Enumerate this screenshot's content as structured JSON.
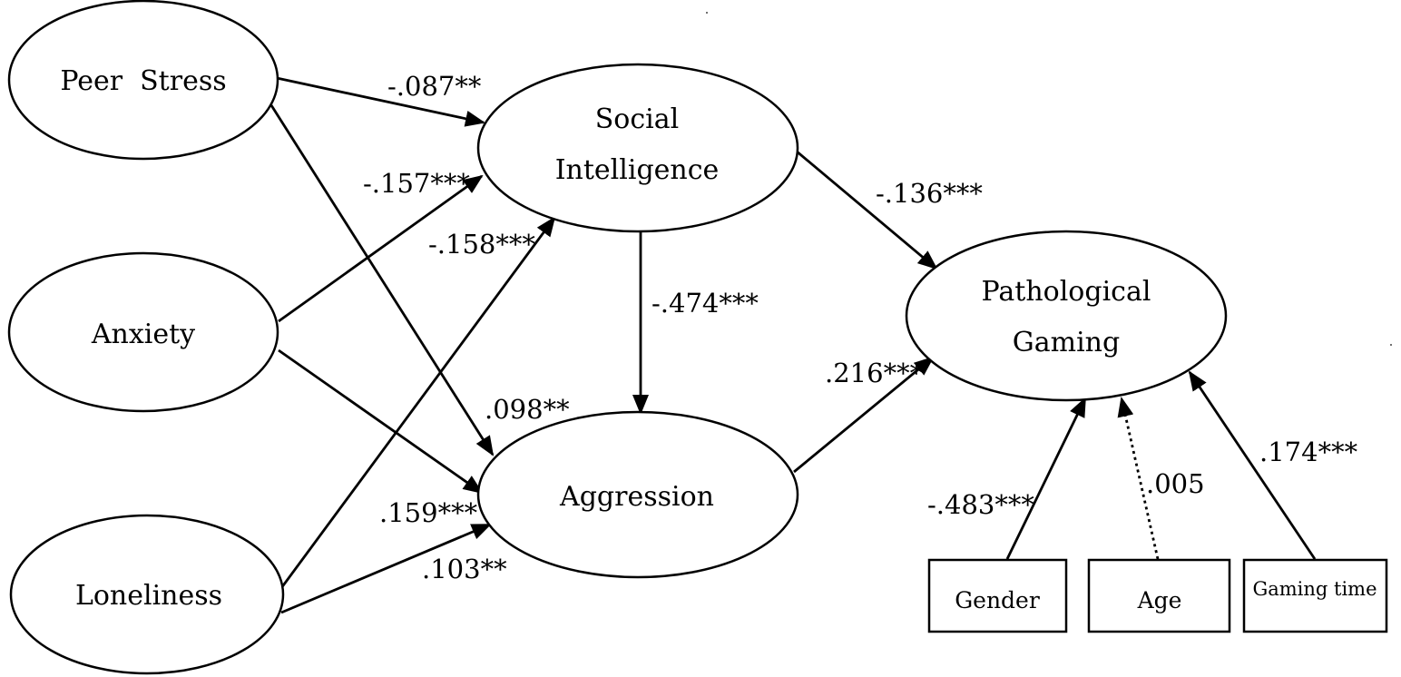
{
  "nodes": {
    "peer_stress": "Peer  Stress",
    "anxiety": "Anxiety",
    "loneliness": "Loneliness",
    "social_intelligence": [
      "Social",
      "Intelligence"
    ],
    "aggression": "Aggression",
    "pathological_gaming": [
      "Pathological",
      "Gaming"
    ],
    "gender": "Gender",
    "age": "Age",
    "gaming_time": "Gaming time"
  },
  "paths": [
    {
      "from": "Peer Stress",
      "to": "Social Intelligence",
      "coefficient": "-.087**"
    },
    {
      "from": "Anxiety",
      "to": "Social Intelligence",
      "coefficient": "-.157***"
    },
    {
      "from": "Loneliness",
      "to": "Social Intelligence",
      "coefficient": "-.158***"
    },
    {
      "from": "Peer Stress",
      "to": "Aggression",
      "coefficient": ".098**"
    },
    {
      "from": "Anxiety",
      "to": "Aggression",
      "coefficient": ".159***"
    },
    {
      "from": "Loneliness",
      "to": "Aggression",
      "coefficient": ".103**"
    },
    {
      "from": "Social Intelligence",
      "to": "Aggression",
      "coefficient": "-.474***"
    },
    {
      "from": "Social Intelligence",
      "to": "Pathological Gaming",
      "coefficient": "-.136***"
    },
    {
      "from": "Aggression",
      "to": "Pathological Gaming",
      "coefficient": ".216***"
    },
    {
      "from": "Gender",
      "to": "Pathological Gaming",
      "coefficient": "-.483***"
    },
    {
      "from": "Age",
      "to": "Pathological Gaming",
      "coefficient": ".005",
      "style": "dotted"
    },
    {
      "from": "Gaming time",
      "to": "Pathological Gaming",
      "coefficient": ".174***"
    }
  ],
  "colors": {
    "stroke": "#000000",
    "background": "#ffffff"
  }
}
